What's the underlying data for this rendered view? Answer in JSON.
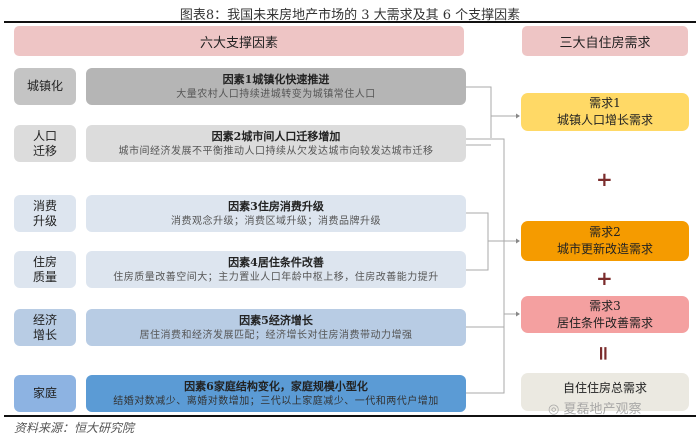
{
  "title": "图表8：我国未来房地产市场的 3 大需求及其 6 个支撑因素",
  "left_header": "六大支撑因素",
  "right_header": "三大自住房需求",
  "factors": [
    {
      "label": "城镇化",
      "title": "因素1城镇化快速推进",
      "desc": "大量农村人口持续进城转变为城镇常住人口"
    },
    {
      "label": "人口\n迁移",
      "title": "因素2城市间人口迁移增加",
      "desc": "城市间经济发展不平衡推动人口持续从欠发达城市向较发达城市迁移"
    },
    {
      "label": "消费\n升级",
      "title": "因素3住房消费升级",
      "desc": "消费观念升级；消费区域升级；消费品牌升级"
    },
    {
      "label": "住房\n质量",
      "title": "因素4居住条件改善",
      "desc": "住房质量改善空间大；主力置业人口年龄中枢上移，住房改善能力提升"
    },
    {
      "label": "经济\n增长",
      "title": "因素5经济增长",
      "desc": "居住消费和经济发展匹配；经济增长对住房消费带动力增强"
    },
    {
      "label": "家庭",
      "title": "因素6家庭结构变化，家庭规模小型化",
      "desc": "结婚对数减少、离婚对数增加；三代以上家庭减少、一代和两代户增加"
    }
  ],
  "needs": [
    {
      "title": "需求1",
      "desc": "城镇人口增长需求"
    },
    {
      "title": "需求2",
      "desc": "城市更新改造需求"
    },
    {
      "title": "需求3",
      "desc": "居住条件改善需求"
    }
  ],
  "total": "自住住房总需求",
  "ops": {
    "plus": "+",
    "equals": "="
  },
  "source": "资料来源：恒大研究院",
  "watermark": "夏磊地产观察",
  "colors": {
    "header": "#eec5c5",
    "need1": "#ffd966",
    "need2": "#f59b00",
    "need3": "#f4a0a0",
    "total": "#ebe9e1"
  }
}
